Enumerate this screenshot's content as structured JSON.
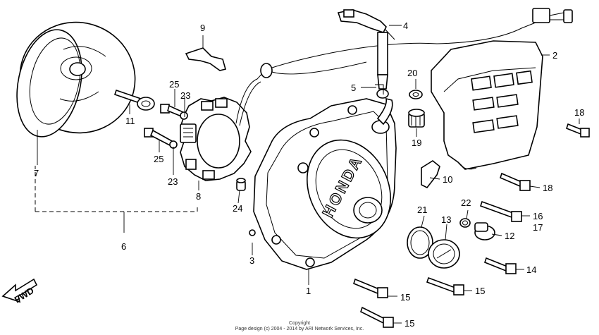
{
  "diagram": {
    "callouts": [
      "1",
      "2",
      "3",
      "4",
      "5",
      "6",
      "7",
      "8",
      "9",
      "10",
      "11",
      "12",
      "13",
      "14",
      "15",
      "15",
      "15",
      "16",
      "17",
      "18",
      "18",
      "19",
      "20",
      "21",
      "22",
      "23",
      "23",
      "24",
      "25",
      "25"
    ],
    "brand_text": "HONDA",
    "direction_label": "FWD",
    "copyright_line1": "Copyright",
    "copyright_line2": "Page design (c) 2004 - 2014 by ARI Network Services, Inc."
  }
}
